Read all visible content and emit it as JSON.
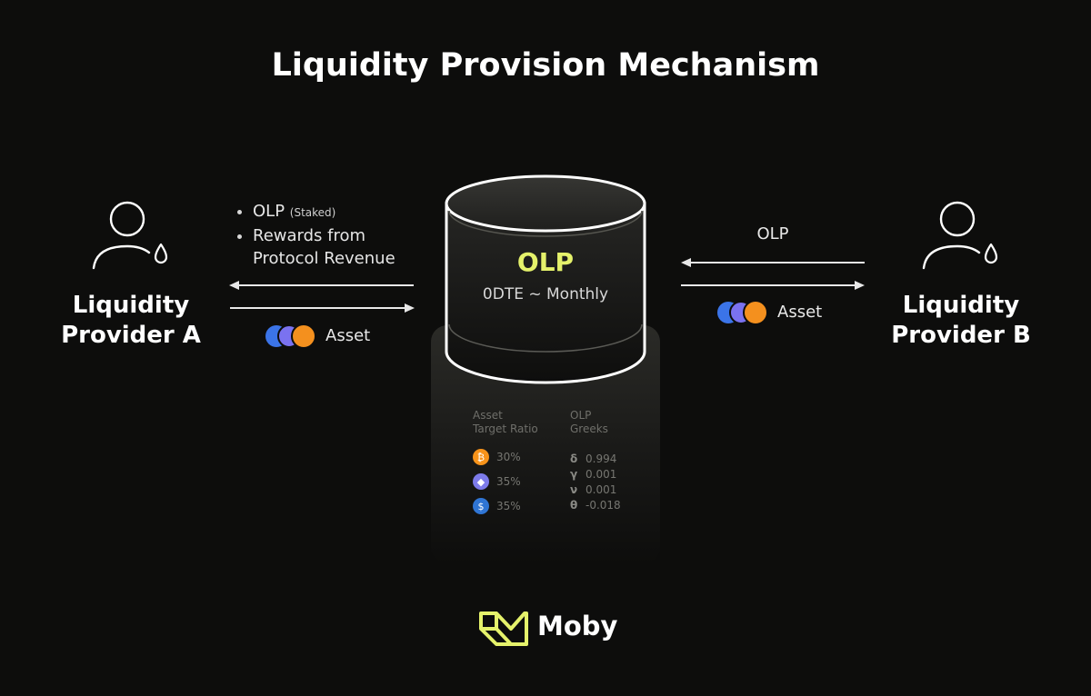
{
  "title": "Liquidity Provision Mechanism",
  "colors": {
    "background": "#0d0d0c",
    "accent": "#e5f26b",
    "asset_blue": "#3b74e8",
    "asset_purple": "#7a72f0",
    "asset_orange": "#f4901e",
    "btc": "#f7931a",
    "eth": "#7d7bea",
    "usdc": "#2f75d4"
  },
  "provider_a": {
    "name_line1": "Liquidity",
    "name_line2": "Provider A",
    "icon": "user-with-drop-icon"
  },
  "provider_b": {
    "name_line1": "Liquidity",
    "name_line2": "Provider B",
    "icon": "user-with-drop-icon"
  },
  "left_flow": {
    "bullet1": "OLP",
    "bullet1_note": "(Staked)",
    "bullet2_line1": "Rewards from",
    "bullet2_line2": "Protocol Revenue",
    "asset_label": "Asset"
  },
  "right_flow": {
    "olp_label": "OLP",
    "asset_label": "Asset"
  },
  "pool": {
    "name": "OLP",
    "subtitle": "0DTE ~ Monthly",
    "icon": "cylinder-pool-icon"
  },
  "panel": {
    "asset_header_line1": "Asset",
    "asset_header_line2": "Target Ratio",
    "greeks_header_line1": "OLP",
    "greeks_header_line2": "Greeks",
    "assets": [
      {
        "icon": "bitcoin-icon",
        "ratio": "30%"
      },
      {
        "icon": "ethereum-icon",
        "ratio": "35%"
      },
      {
        "icon": "usdc-icon",
        "ratio": "35%"
      }
    ],
    "greeks": [
      {
        "symbol": "δ",
        "value": "0.994"
      },
      {
        "symbol": "γ",
        "value": "0.001"
      },
      {
        "symbol": "ν",
        "value": "0.001"
      },
      {
        "symbol": "θ",
        "value": "-0.018"
      }
    ]
  },
  "brand": {
    "name": "Moby",
    "icon": "moby-logo-icon"
  }
}
